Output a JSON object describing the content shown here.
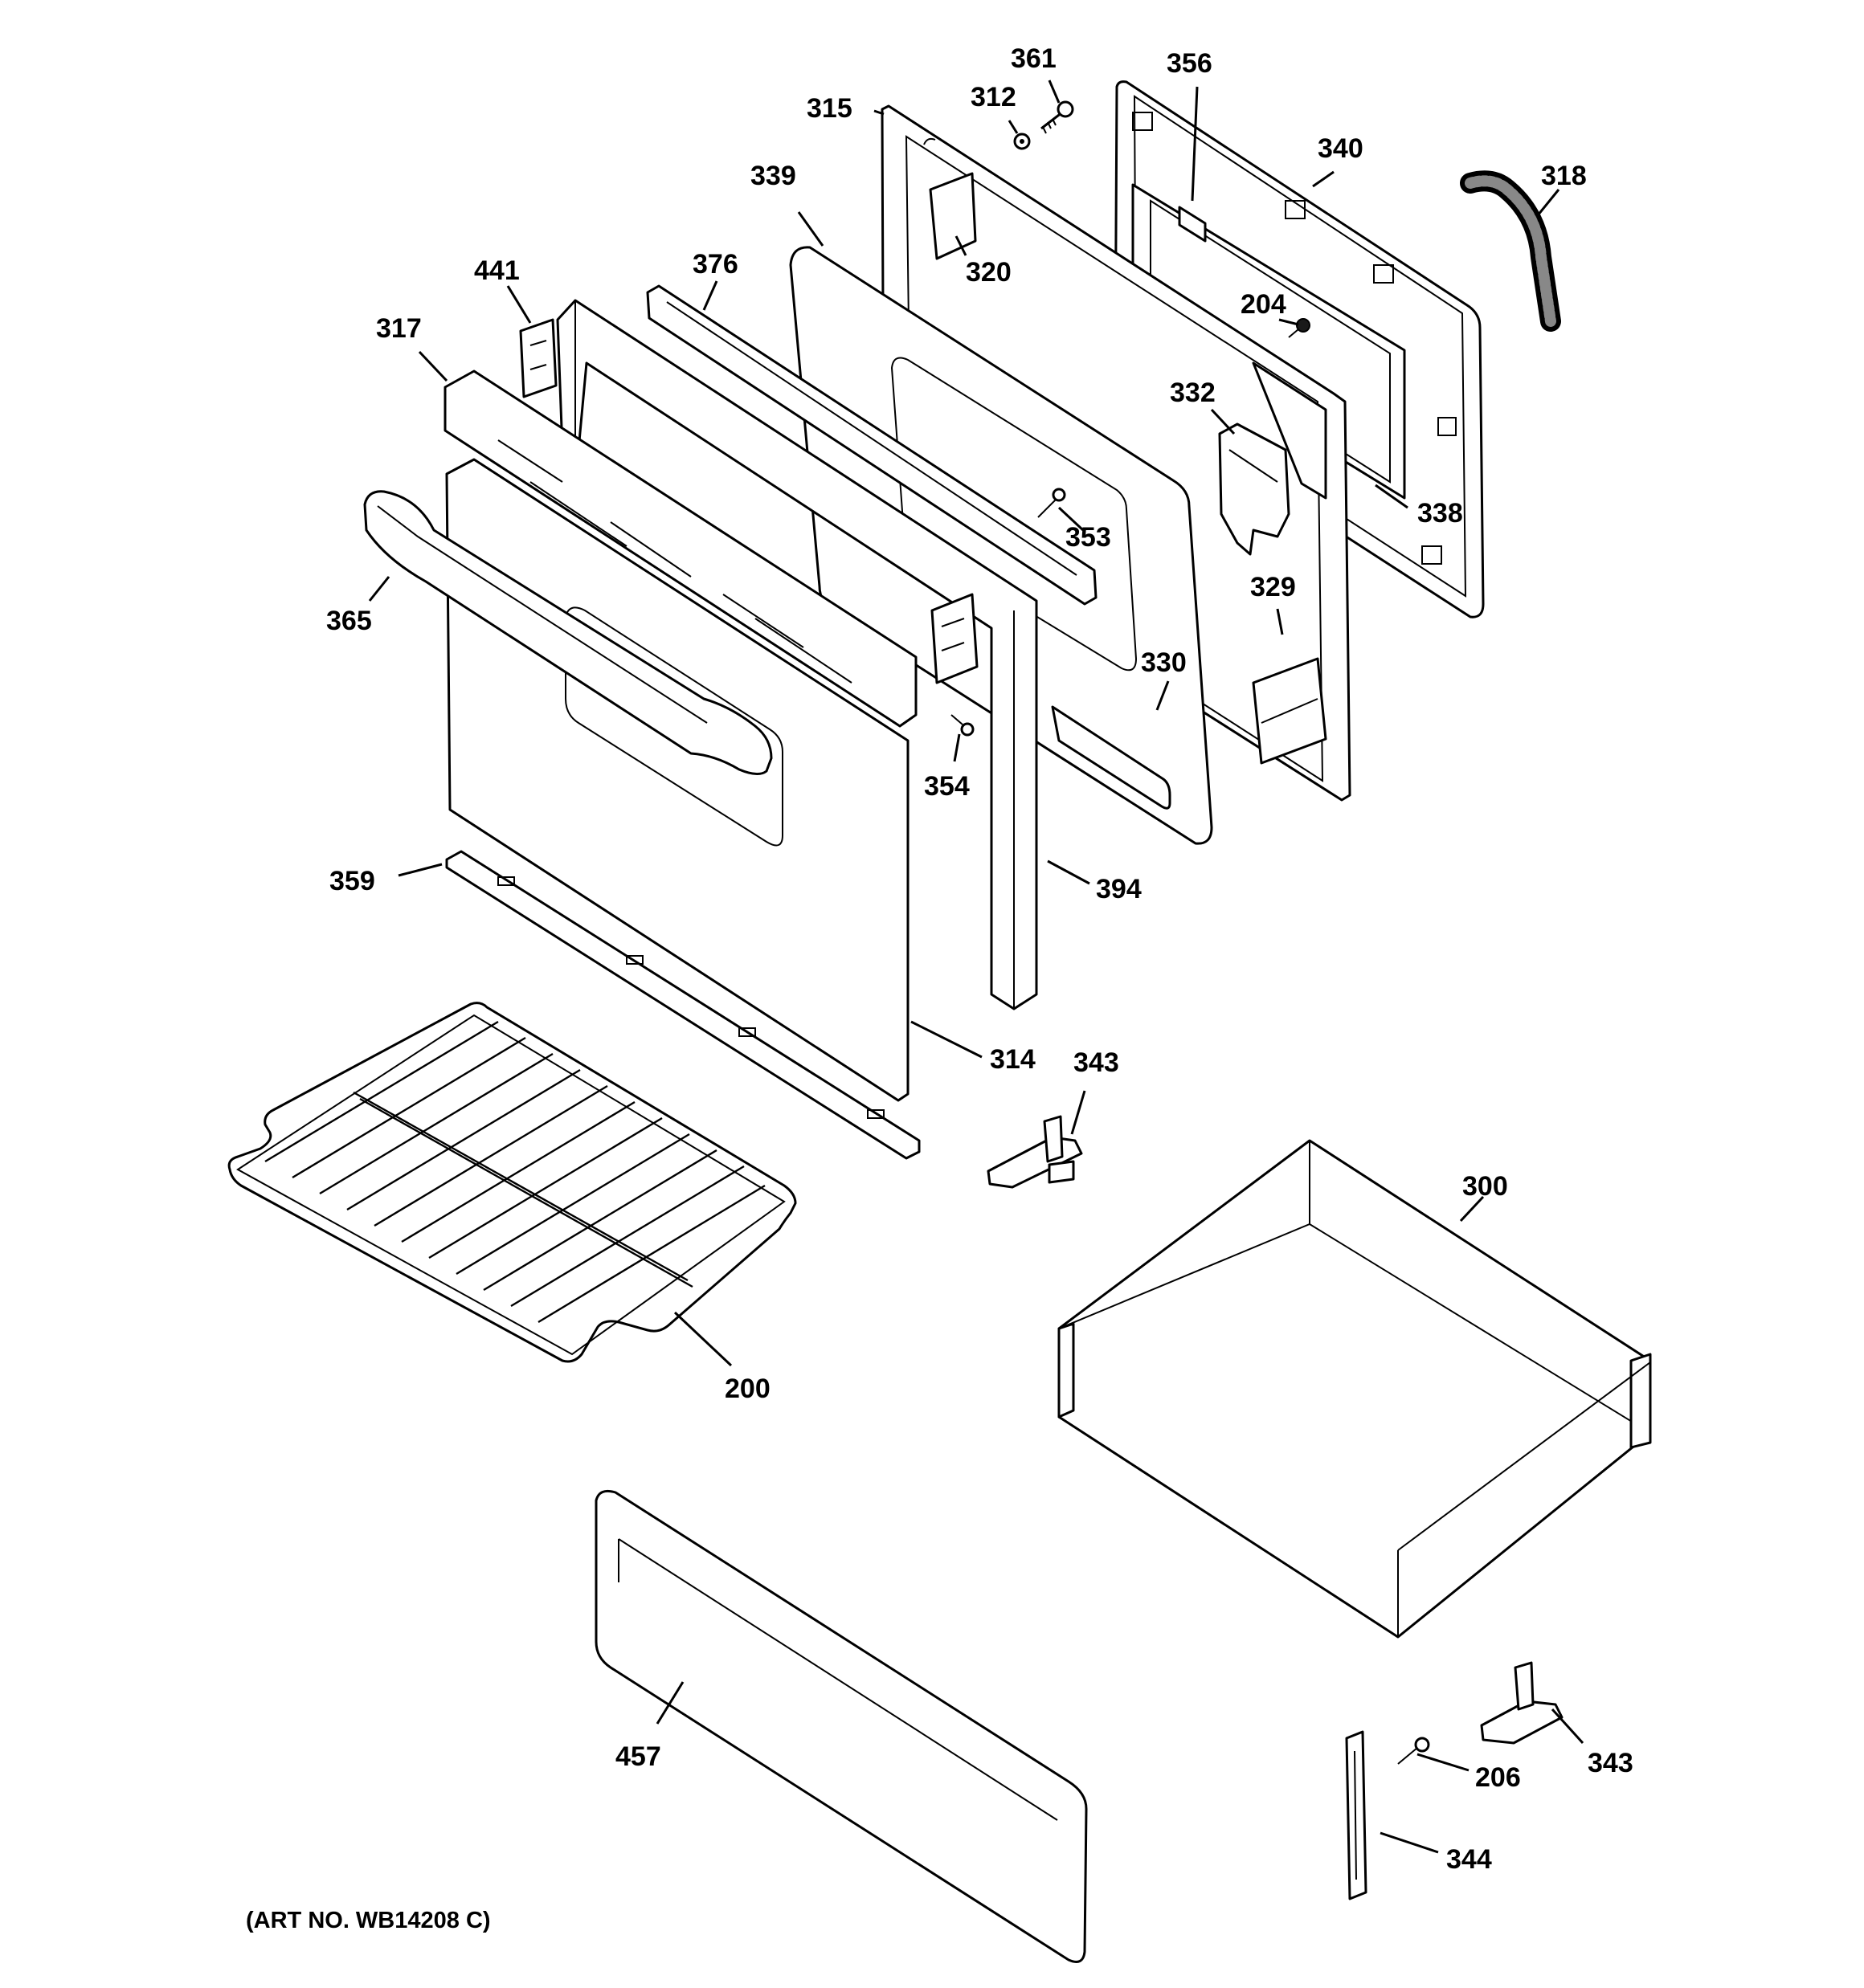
{
  "diagram": {
    "art_number": "(ART NO. WB14208 C)",
    "callouts": {
      "c361": "361",
      "c356": "356",
      "c312": "312",
      "c315": "315",
      "c340": "340",
      "c318": "318",
      "c339": "339",
      "c320": "320",
      "c204": "204",
      "c441": "441",
      "c376": "376",
      "c317": "317",
      "c332": "332",
      "c338": "338",
      "c353": "353",
      "c365": "365",
      "c329": "329",
      "c330": "330",
      "c354": "354",
      "c359": "359",
      "c394": "394",
      "c314": "314",
      "c343a": "343",
      "c300": "300",
      "c200": "200",
      "c457": "457",
      "c206": "206",
      "c343b": "343",
      "c344": "344"
    }
  }
}
